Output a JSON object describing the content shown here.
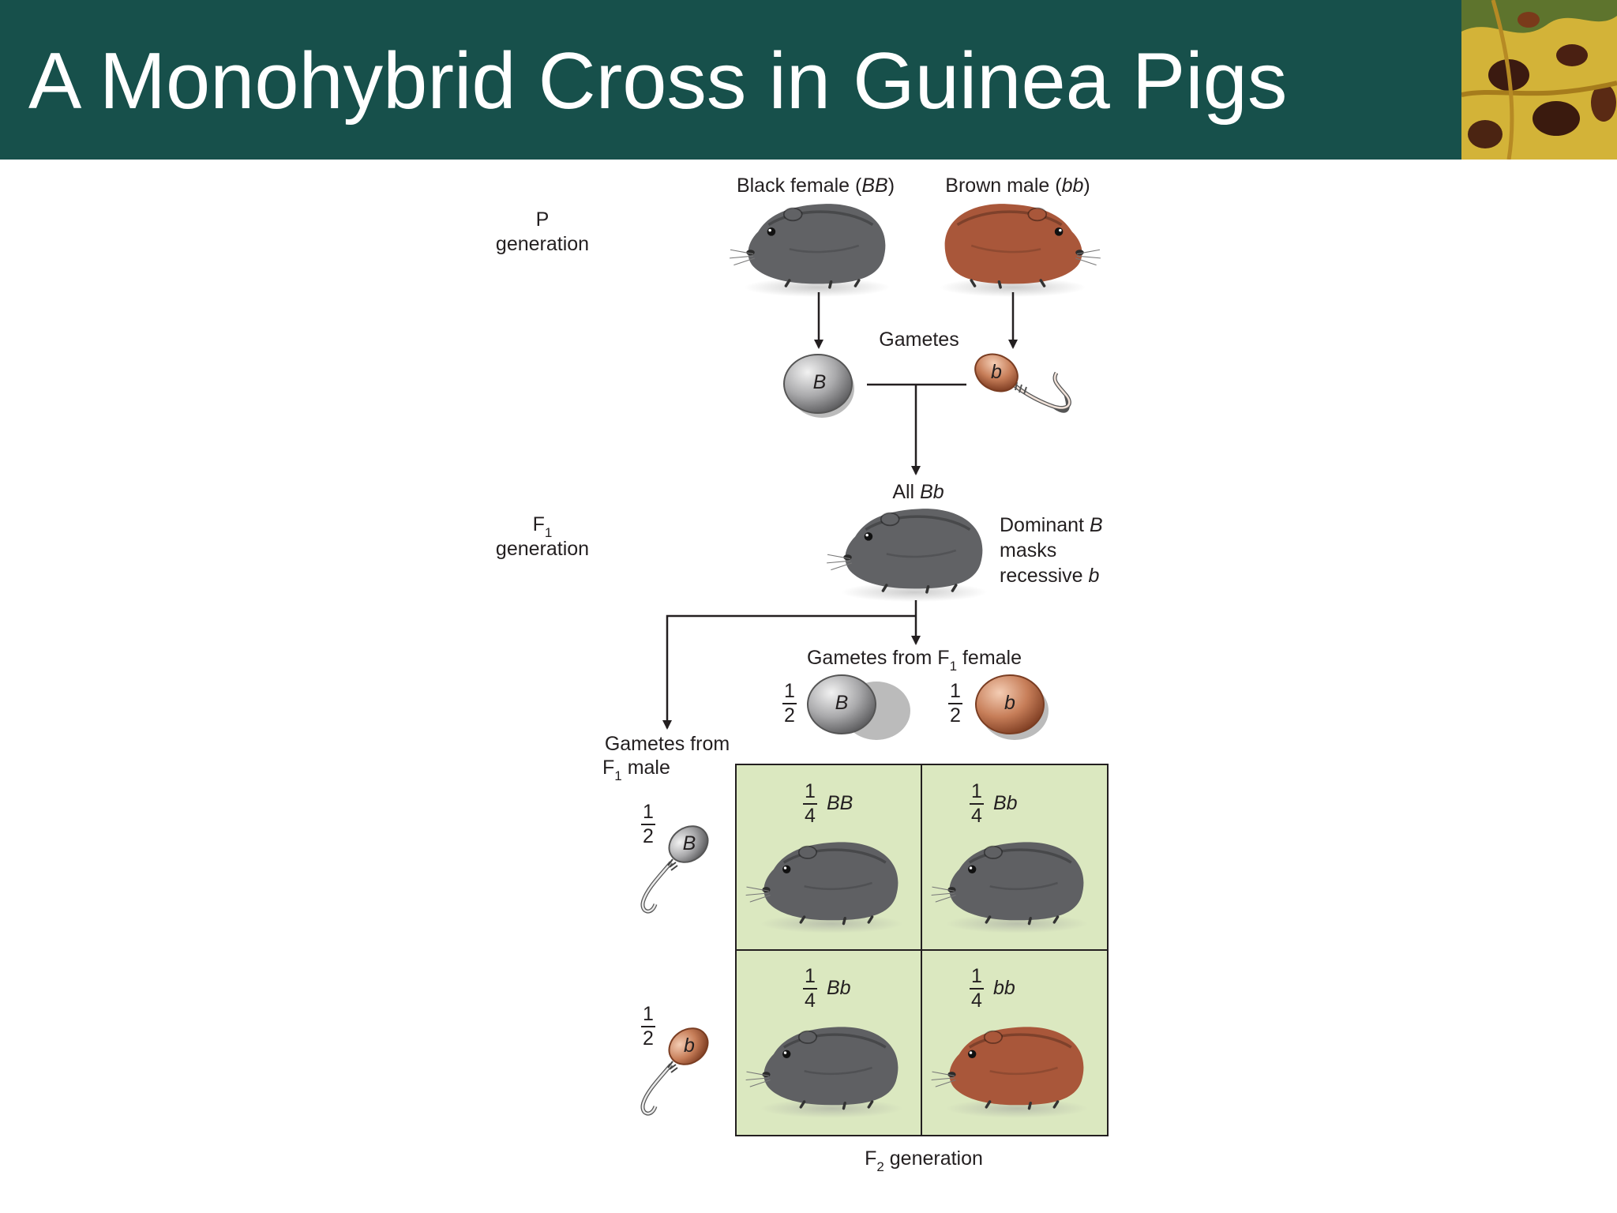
{
  "slide": {
    "title": "A Monohybrid Cross in Guinea Pigs"
  },
  "colors": {
    "header": "#17504b",
    "black_pig": "#5f6063",
    "brown_pig": "#a8573a",
    "punnett_bg": "#dbe8c0",
    "arrow": "#231f20"
  },
  "p_generation": {
    "label_line1": "P",
    "label_line2": "generation",
    "female_label_prefix": "Black female (",
    "female_genotype": "BB",
    "female_label_suffix": ")",
    "male_label_prefix": "Brown male (",
    "male_genotype": "bb",
    "male_label_suffix": ")",
    "gametes_label": "Gametes",
    "female_gamete": "B",
    "male_gamete": "b"
  },
  "f1_generation": {
    "label_main": "F",
    "label_sub": "1",
    "label_line2": "generation",
    "all_prefix": "All ",
    "all_genotype": "Bb",
    "note_line1_prefix": "Dominant ",
    "note_line1_allele": "B",
    "note_line2": "masks",
    "note_line3_prefix": "recessive ",
    "note_line3_allele": "b"
  },
  "f1_gametes": {
    "female_label_prefix": "Gametes from F",
    "female_label_sub": "1",
    "female_label_suffix": " female",
    "male_label_line1": "Gametes from",
    "male_label_line2_prefix": "F",
    "male_label_sub": "1",
    "male_label_line2_suffix": " male",
    "fraction_num": "1",
    "fraction_den": "2",
    "female_gametes": [
      "B",
      "b"
    ],
    "male_gametes": [
      "B",
      "b"
    ]
  },
  "punnett": {
    "fraction_num": "1",
    "fraction_den": "4",
    "cells": [
      {
        "genotype": "BB",
        "phenotype": "black"
      },
      {
        "genotype": "Bb",
        "phenotype": "black"
      },
      {
        "genotype": "Bb",
        "phenotype": "black"
      },
      {
        "genotype": "bb",
        "phenotype": "brown"
      }
    ],
    "caption_main": "F",
    "caption_sub": "2",
    "caption_suffix": " generation"
  },
  "icons": [
    "guinea-pig-icon",
    "egg-icon",
    "sperm-icon",
    "leaf-photo-icon"
  ]
}
